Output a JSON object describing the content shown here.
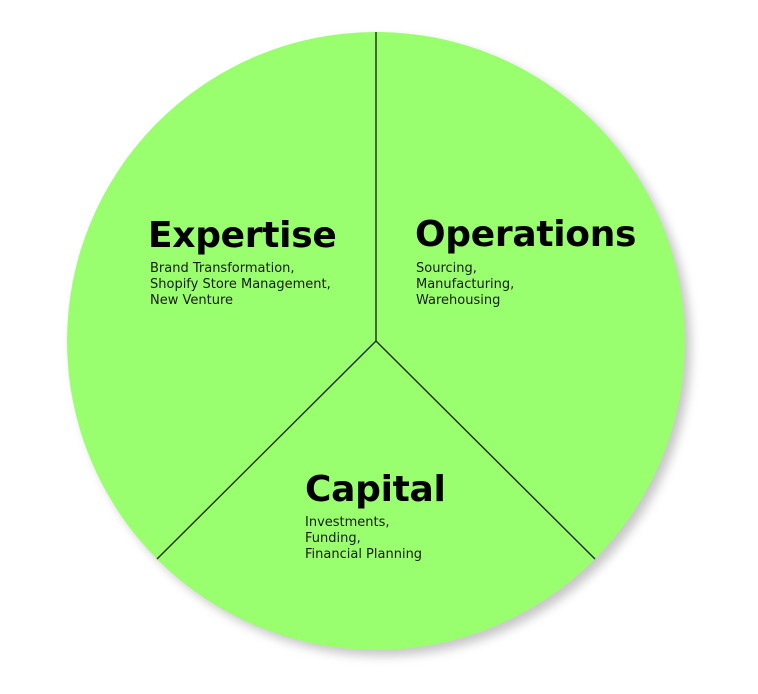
{
  "colors": {
    "fill": "#99FF6E",
    "divider": "#1f2a1a",
    "shadow": "#999999"
  },
  "segments": [
    {
      "title": "Expertise",
      "lines": [
        "Brand Transformation,",
        "Shopify Store Management,",
        "New Venture"
      ]
    },
    {
      "title": "Operations",
      "lines": [
        "Sourcing,",
        "Manufacturing,",
        "Warehousing"
      ]
    },
    {
      "title": "Capital",
      "lines": [
        "Investments,",
        "Funding,",
        "Financial Planning"
      ]
    }
  ]
}
